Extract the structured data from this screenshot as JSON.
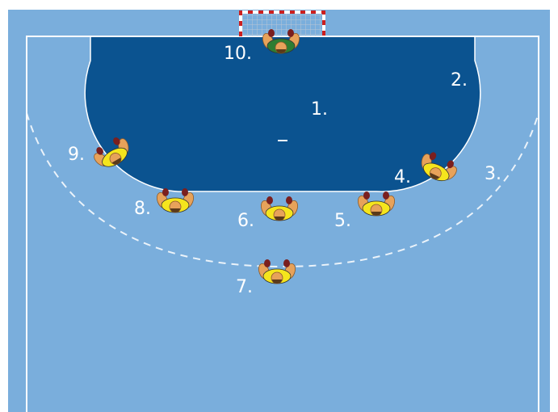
{
  "colors": {
    "court": "#7aaedc",
    "goal_area": "#0b5390",
    "lines": "#ffffff",
    "attacker_shirt": "#f5e51d",
    "goalkeeper_shirt": "#2e7d32",
    "skin": "#e7a25a",
    "goal_post_red": "#cc1f1f"
  },
  "zones": [
    {
      "id": "1",
      "label": "1."
    },
    {
      "id": "2",
      "label": "2."
    },
    {
      "id": "3",
      "label": "3."
    },
    {
      "id": "4",
      "label": "4."
    },
    {
      "id": "5",
      "label": "5."
    },
    {
      "id": "6",
      "label": "6."
    },
    {
      "id": "7",
      "label": "7."
    },
    {
      "id": "8",
      "label": "8."
    },
    {
      "id": "9",
      "label": "9."
    },
    {
      "id": "10",
      "label": "10."
    }
  ],
  "players": [
    {
      "role": "goalkeeper",
      "zone": "10"
    },
    {
      "role": "field-player",
      "zone": "9"
    },
    {
      "role": "field-player",
      "zone": "8"
    },
    {
      "role": "field-player",
      "zone": "6"
    },
    {
      "role": "field-player",
      "zone": "5"
    },
    {
      "role": "field-player",
      "zone": "4"
    },
    {
      "role": "field-player",
      "zone": "7"
    }
  ]
}
